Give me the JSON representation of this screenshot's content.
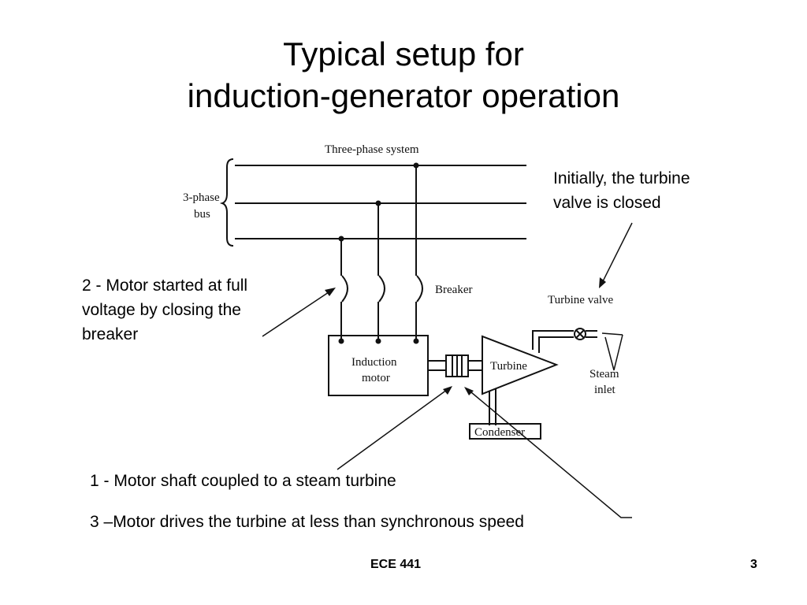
{
  "title": {
    "line1": "Typical setup for",
    "line2": "induction-generator operation"
  },
  "diagram": {
    "three_phase_system": "Three-phase system",
    "bus_label_1": "3-phase",
    "bus_label_2": "bus",
    "breaker": "Breaker",
    "turbine_valve": "Turbine valve",
    "induction_motor_1": "Induction",
    "induction_motor_2": "motor",
    "turbine": "Turbine",
    "steam_inlet_1": "Steam",
    "steam_inlet_2": "inlet",
    "condenser": "Condenser"
  },
  "annotations": {
    "valve_line1": "Initially, the turbine",
    "valve_line2": "valve is closed",
    "breaker_line1": "2 - Motor started at full",
    "breaker_line2": "voltage by closing the",
    "breaker_line3": "breaker",
    "coupled": "1 - Motor shaft coupled to a steam turbine",
    "drives": "3 –Motor drives the turbine at less than synchronous speed"
  },
  "footer": {
    "course": "ECE 441",
    "page": "3"
  }
}
